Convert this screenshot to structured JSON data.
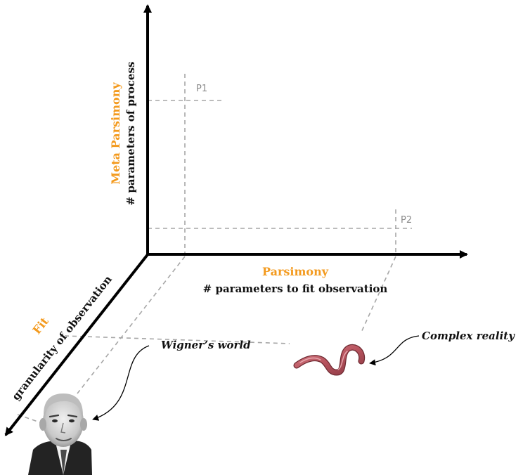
{
  "colors": {
    "accent": "#f39a1e",
    "axis": "#000000",
    "guide": "#a6a6a6",
    "text": "#111111",
    "point_label": "#8a8a8a"
  },
  "axes": {
    "vertical": {
      "title": "Meta Parsimony",
      "description": "# parameters of process"
    },
    "horizontal": {
      "title": "Parsimony",
      "description": "# parameters to fit observation"
    },
    "depth": {
      "title": "Fit",
      "description": "granularity of observation"
    }
  },
  "points": [
    {
      "label": "P1"
    },
    {
      "label": "P2"
    }
  ],
  "callouts": {
    "wigner": "Wigner’s world",
    "reality": "Complex reality"
  },
  "images": {
    "portrait": "person-portrait",
    "worm": "earthworm"
  }
}
